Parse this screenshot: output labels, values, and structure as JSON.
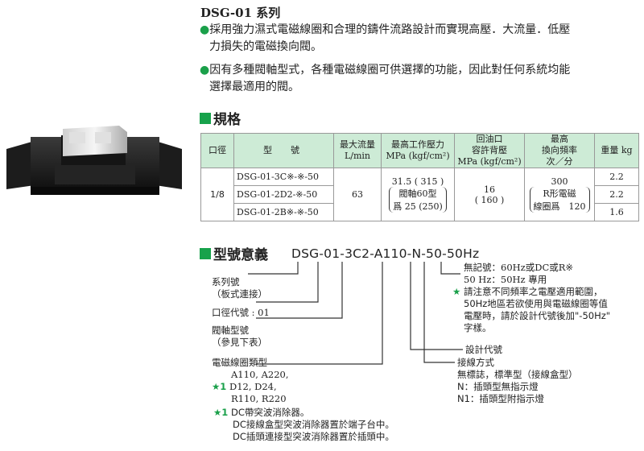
{
  "header": {
    "title": "DSG-01 系列",
    "bullets": [
      {
        "line1": "採用強力濕式電磁線圈和合理的鑄件流路設計而實現高壓．大流量．低壓",
        "line2": "力損失的電磁換向閥。"
      },
      {
        "line1": "因有多種閥軸型式，各種電磁線圈可供選擇的功能，因此對任何系統均能",
        "line2": "選擇最適用的閥。"
      }
    ]
  },
  "spec": {
    "section_title": "規格",
    "headers": {
      "bore": "口徑",
      "model": "型　號",
      "flow_1": "最大流量",
      "flow_2": "L/min",
      "pressure_1": "最高工作壓力",
      "pressure_2": "MPa (kgf/cm²)",
      "back_1": "回油口",
      "back_2": "容許背壓",
      "back_3": "MPa (kgf/cm²)",
      "freq_1": "最高",
      "freq_2": "換向頻率",
      "freq_3": "次／分",
      "weight": "重量 kg"
    },
    "bore": "1/8",
    "models": [
      "DSG-01-3C※-※-50",
      "DSG-01-2D2-※-50",
      "DSG-01-2B※-※-50"
    ],
    "flow": "63",
    "pressure_1": "31.5 ( 315 )",
    "pressure_2": "閥軸60型",
    "pressure_3": "爲 25 (250)",
    "back_1": "16",
    "back_2": "( 160 )",
    "freq_1": "300",
    "freq_2": "R形電磁",
    "freq_3": "線圈爲　120",
    "weights": [
      "2.2",
      "2.2",
      "1.6"
    ]
  },
  "model_section": {
    "section_title": "型號意義",
    "code": "DSG-01-3C2-A110-N-50-50Hz",
    "series_1": "系列號",
    "series_2": "（板式連接）",
    "bore_label": "口徑代號 : 01",
    "spool_1": "閥軸型號",
    "spool_2": "（參見下表）",
    "coil_title": "電磁線圈類型",
    "coil_1": "A110, A220,",
    "coil_2": "D12, D24,",
    "coil_3": "R110, R220",
    "note_star": "★1",
    "dc_1": "DC帶突波消除器。",
    "dc_2": "DC接線盒型突波消除器置於端子台中。",
    "dc_3": "DC插頭連接型突波消除器置於插頭中。",
    "design_label": "設計代號",
    "wiring_title": "接線方式",
    "wiring_1": "無標誌，標準型（接線盒型）",
    "wiring_2": "N：插頭型無指示燈",
    "wiring_3": "N1：插頭型附指示燈",
    "freq_1": "無記號：60Hz或DC或R※",
    "freq_2": "50 Hz：50Hz 專用",
    "freq_3": "請注意不同頻率之電壓適用範圍，",
    "freq_4": "50Hz地區若欲使用與電磁線圈等值",
    "freq_5": "電壓時，請於設計代號後加\"-50Hz\"",
    "freq_6": "字樣。",
    "star": "★"
  },
  "colors": {
    "accent": "#17a24b",
    "table_header": "#cdebd6"
  }
}
